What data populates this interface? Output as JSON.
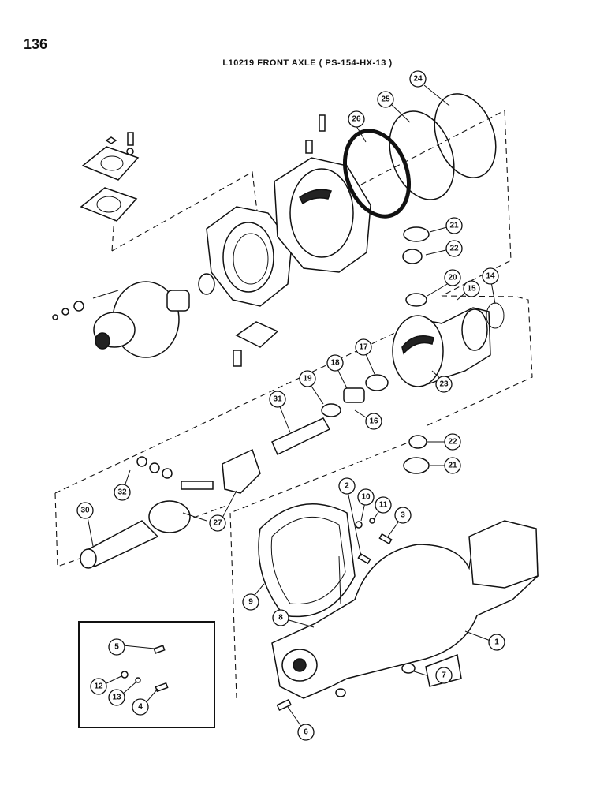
{
  "page": {
    "number": "136",
    "title": "L10219 FRONT AXLE ( PS-154-HX-13 )"
  },
  "callouts": [
    {
      "id": "c1",
      "label": "1"
    },
    {
      "id": "c2",
      "label": "2"
    },
    {
      "id": "c3",
      "label": "3"
    },
    {
      "id": "c4",
      "label": "4"
    },
    {
      "id": "c5",
      "label": "5"
    },
    {
      "id": "c6",
      "label": "6"
    },
    {
      "id": "c7",
      "label": "7"
    },
    {
      "id": "c8",
      "label": "8"
    },
    {
      "id": "c9",
      "label": "9"
    },
    {
      "id": "c10",
      "label": "10"
    },
    {
      "id": "c11",
      "label": "11"
    },
    {
      "id": "c12",
      "label": "12"
    },
    {
      "id": "c13",
      "label": "13"
    },
    {
      "id": "c14",
      "label": "14"
    },
    {
      "id": "c15",
      "label": "15"
    },
    {
      "id": "c16",
      "label": "16"
    },
    {
      "id": "c17",
      "label": "17"
    },
    {
      "id": "c18",
      "label": "18"
    },
    {
      "id": "c19",
      "label": "19"
    },
    {
      "id": "c20",
      "label": "20"
    },
    {
      "id": "c21a",
      "label": "21"
    },
    {
      "id": "c21b",
      "label": "21"
    },
    {
      "id": "c22a",
      "label": "22"
    },
    {
      "id": "c22b",
      "label": "22"
    },
    {
      "id": "c23",
      "label": "23"
    },
    {
      "id": "c24",
      "label": "24"
    },
    {
      "id": "c25",
      "label": "25"
    },
    {
      "id": "c26",
      "label": "26"
    },
    {
      "id": "c27",
      "label": "27"
    },
    {
      "id": "c30",
      "label": "30"
    },
    {
      "id": "c31",
      "label": "31"
    },
    {
      "id": "c32",
      "label": "32"
    }
  ]
}
